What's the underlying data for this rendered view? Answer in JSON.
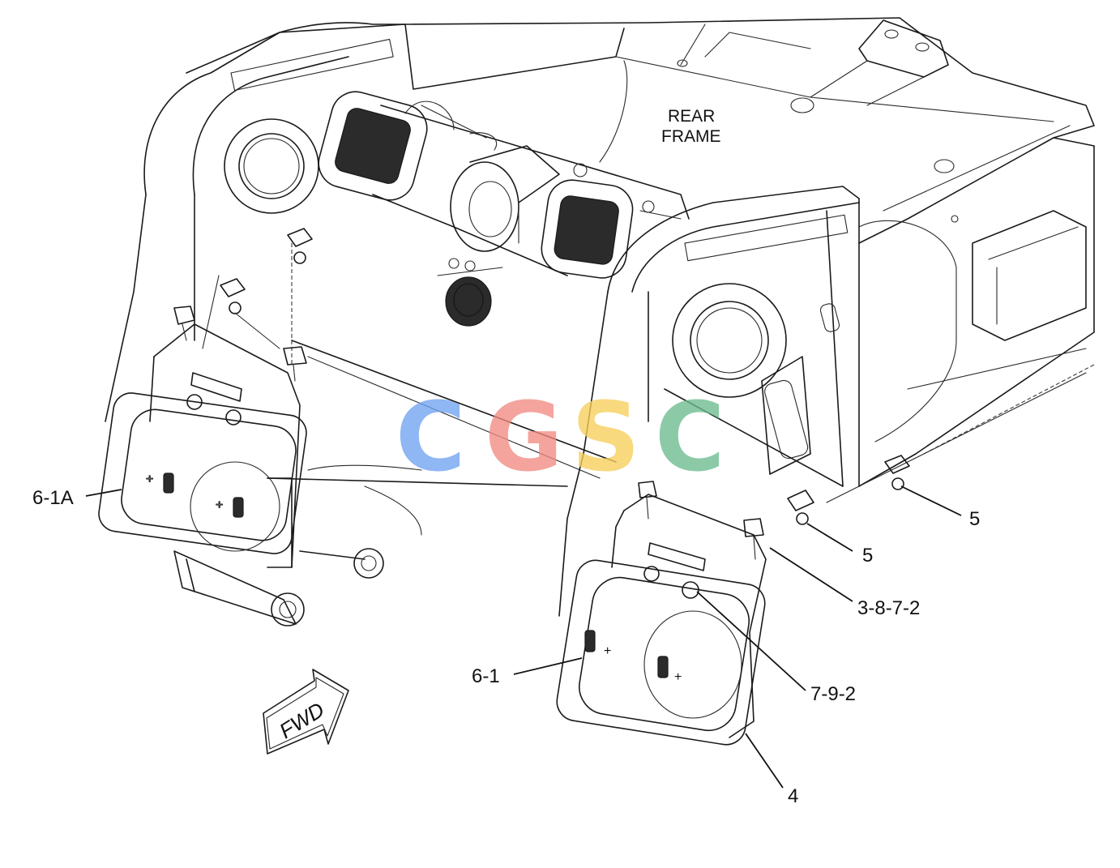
{
  "diagram": {
    "frame_label_line1": "REAR",
    "frame_label_line2": "FRAME",
    "fwd_label": "FWD",
    "watermark": {
      "letters": [
        "C",
        "G",
        "S",
        "C"
      ],
      "colors": [
        "#6fa3f0",
        "#f28b82",
        "#f7cf5a",
        "#6cbc8f"
      ]
    },
    "callouts": {
      "c_6_1a": "6-1A",
      "c_5_top": "5",
      "c_5_mid": "5",
      "c_3_8_7_2": "3-8-7-2",
      "c_6_1": "6-1",
      "c_7_9_2": "7-9-2",
      "c_4": "4"
    }
  }
}
